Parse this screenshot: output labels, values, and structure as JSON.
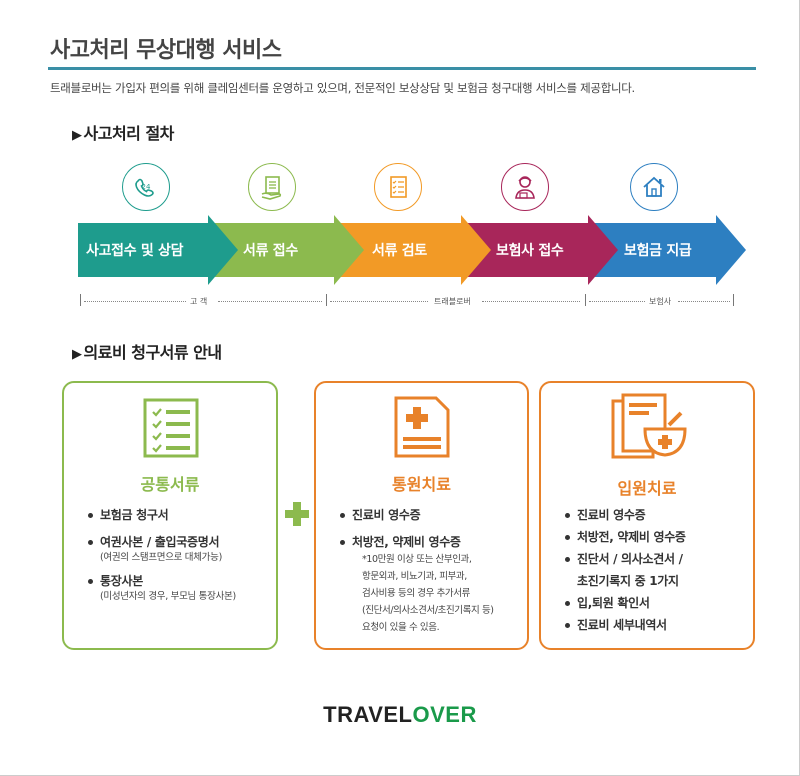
{
  "page": {
    "title": "사고처리 무상대행 서비스",
    "intro": "트래블로버는 가입자 편의를 위해 클레임센터를 운영하고 있으며, 전문적인 보상상담 및 보험금 청구대행 서비스를 제공합니다.",
    "rule_color": "#3a8fa6"
  },
  "process": {
    "heading": "사고처리 절차",
    "steps": [
      {
        "label": "사고접수 및 상담",
        "icon": "phone-icon",
        "color": "#1e9c8d"
      },
      {
        "label": "서류 접수",
        "icon": "document-hand-icon",
        "color": "#8cba4e"
      },
      {
        "label": "서류 검토",
        "icon": "checklist-icon",
        "color": "#f29a26"
      },
      {
        "label": "보험사 접수",
        "icon": "agent-icon",
        "color": "#a8265a"
      },
      {
        "label": "보험금 지급",
        "icon": "house-icon",
        "color": "#2d7fc1"
      }
    ],
    "brackets": [
      {
        "label": "고 객"
      },
      {
        "label": "트래블로버"
      },
      {
        "label": "보험사"
      }
    ]
  },
  "docs": {
    "heading": "의료비 청구서류 안내",
    "common": {
      "title": "공통서류",
      "color": "#8cba4e",
      "items": [
        {
          "text": "보험금 청구서",
          "sub": ""
        },
        {
          "text": "여권사본 / 출입국증명서",
          "sub": "(여권의 스탬프면으로 대체가능)"
        },
        {
          "text": "통장사본",
          "sub": "(미성년자의 경우, 부모님 통장사본)"
        }
      ]
    },
    "outpatient": {
      "title": "통원치료",
      "color": "#e8822a",
      "items": [
        {
          "text": "진료비 영수증"
        },
        {
          "text": "처방전, 약제비 영수증"
        }
      ],
      "note": [
        "*10만원 이상 또는 산부인과,",
        "항문외과, 비뇨기과, 피부과,",
        "검사비용 등의 경우 추가서류",
        "(진단서/의사소견서/초진기록지 등)",
        "요청이 있을 수 있음."
      ]
    },
    "inpatient": {
      "title": "입원치료",
      "color": "#e8822a",
      "items": [
        {
          "text": "진료비 영수증"
        },
        {
          "text": "처방전, 약제비 영수증"
        },
        {
          "text": "진단서 / 의사소견서 /"
        },
        {
          "text": "초진기록지 중 1가지",
          "nobullet": true
        },
        {
          "text": "입,퇴원 확인서"
        },
        {
          "text": "진료비 세부내역서"
        }
      ]
    }
  },
  "footer": {
    "logo_part1": "TRAVEL",
    "logo_part2": "OVER",
    "logo_color1": "#222222",
    "logo_color2": "#1a9a4a"
  }
}
